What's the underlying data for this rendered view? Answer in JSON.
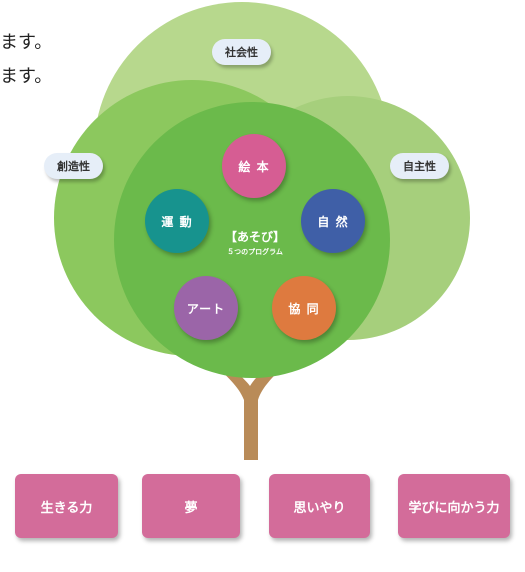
{
  "intro": {
    "line1": "ます。",
    "line2": "ます。"
  },
  "qualities": {
    "top": "社会性",
    "left": "創造性",
    "right": "自主性"
  },
  "center": {
    "title": "【あそび】",
    "subtitle": "５つのプログラム"
  },
  "programs": [
    {
      "label": "絵 本",
      "color": "#d65d93"
    },
    {
      "label": "自 然",
      "color": "#3f5fa7"
    },
    {
      "label": "協 同",
      "color": "#de7a3f"
    },
    {
      "label": "アート",
      "color": "#9b65a8"
    },
    {
      "label": "運 動",
      "color": "#17938e"
    }
  ],
  "values": [
    "生きる力",
    "夢",
    "思いやり",
    "学びに向かう力"
  ],
  "colors": {
    "crown_light": "#b7d88d",
    "crown_mid": "#8cc85e",
    "crown_inner": "#6bba4b",
    "trunk": "#b98b58",
    "value_box": "#d36c9a",
    "tag_bg": "#e6eef8"
  }
}
